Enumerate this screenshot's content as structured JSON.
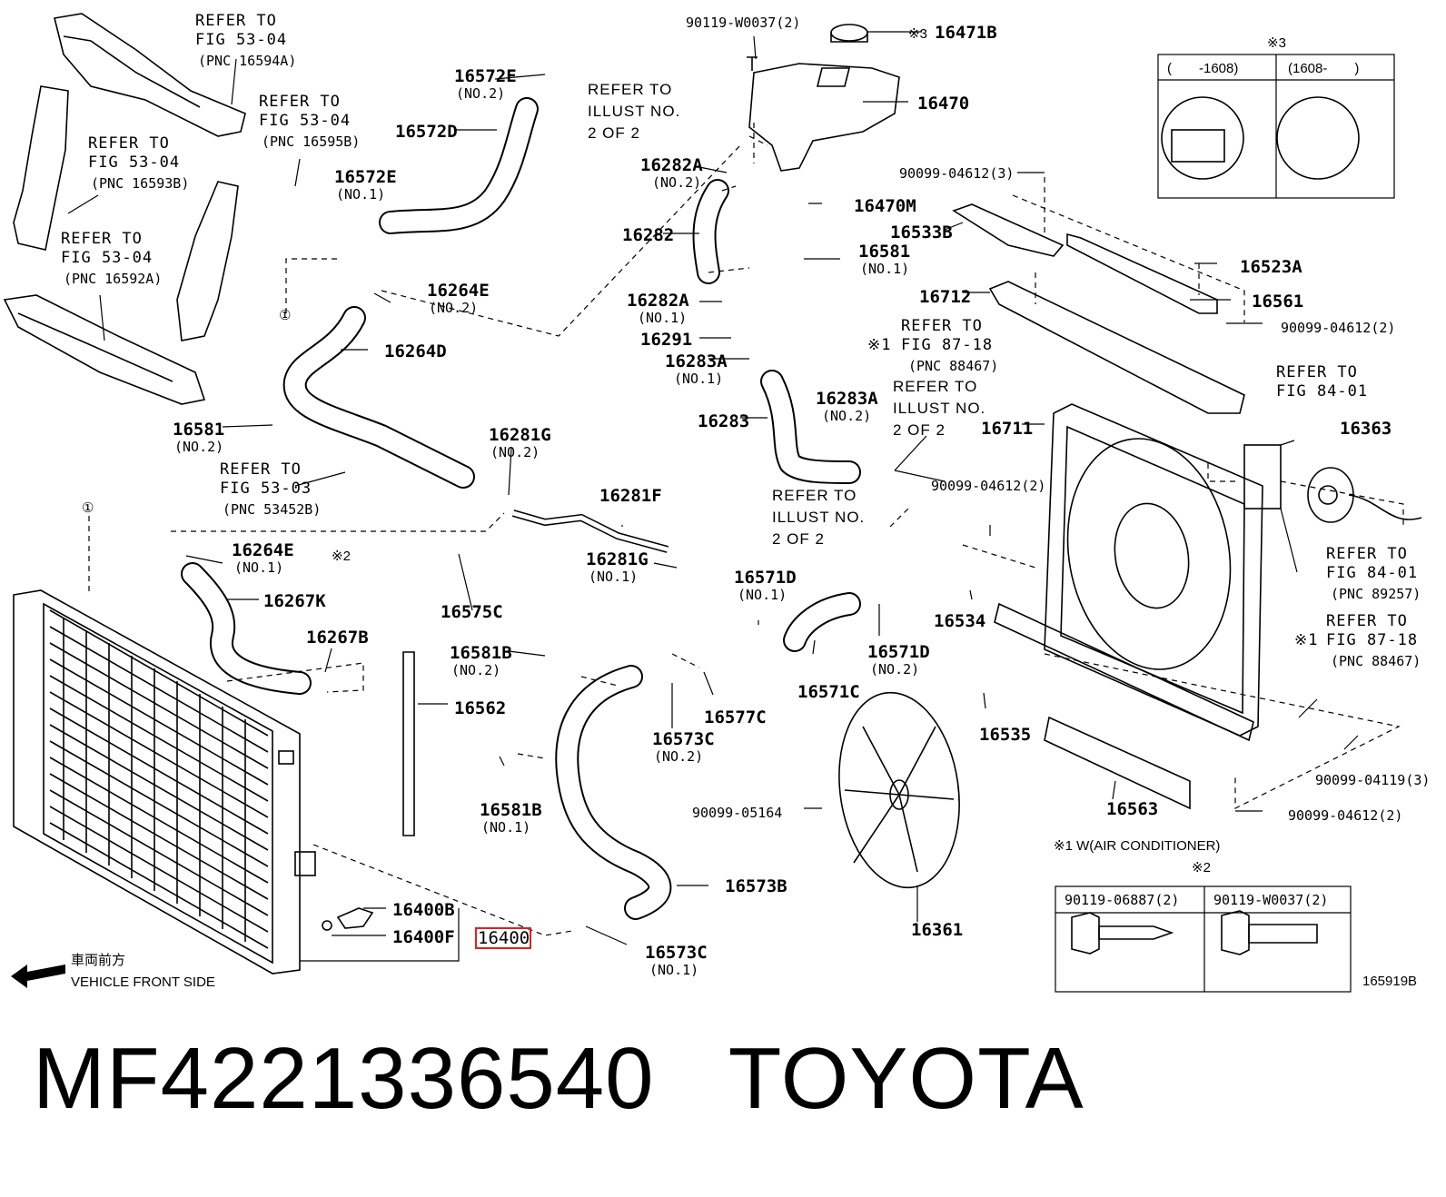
{
  "diagram": {
    "refer_notes": {
      "r1": {
        "line1": "REFER TO",
        "line2": "FIG 53-04",
        "line3": "(PNC 16594A)"
      },
      "r2": {
        "line1": "REFER TO",
        "line2": "FIG 53-04",
        "line3": "(PNC 16595B)"
      },
      "r3": {
        "line1": "REFER TO",
        "line2": "FIG 53-04",
        "line3": "(PNC 16593B)"
      },
      "r4": {
        "line1": "REFER TO",
        "line2": "FIG 53-04",
        "line3": "(PNC 16592A)"
      },
      "r5": {
        "line1": "REFER TO",
        "line2": "FIG 53-03",
        "line3": "(PNC 53452B)"
      },
      "r6": {
        "line1": "REFER TO",
        "line2": "ILLUST NO.",
        "line3": "2 OF 2"
      },
      "r7": {
        "line1": "REFER TO",
        "line2": "ILLUST NO.",
        "line3": "2 OF 2"
      },
      "r8": {
        "line1": "REFER TO",
        "line2": "ILLUST NO.",
        "line3": "2 OF 2"
      },
      "r9": {
        "line1": "REFER TO",
        "line2": "FIG 87-18",
        "line3": "(PNC 88467)",
        "mark": "※1"
      },
      "r10": {
        "line1": "REFER TO",
        "line2": "FIG 84-01"
      },
      "r11": {
        "line1": "REFER TO",
        "line2": "FIG 84-01",
        "line3": "(PNC 89257)"
      },
      "r12": {
        "line1": "REFER TO",
        "line2": "FIG 87-18",
        "line3": "(PNC 88467)",
        "mark": "※1"
      }
    },
    "labels": {
      "p16572E_a": {
        "pn": "16572E",
        "sub": "(NO.2)"
      },
      "p16572D": {
        "pn": "16572D"
      },
      "p16572E_b": {
        "pn": "16572E",
        "sub": "(NO.1)"
      },
      "p16264E_a": {
        "pn": "16264E",
        "sub": "(NO.2)"
      },
      "p16264D": {
        "pn": "16264D"
      },
      "p16581_a": {
        "pn": "16581",
        "sub": "(NO.2)"
      },
      "p16281G_a": {
        "pn": "16281G",
        "sub": "(NO.2)"
      },
      "p16281F": {
        "pn": "16281F"
      },
      "p16264E_b": {
        "pn": "16264E",
        "sub": "(NO.1)"
      },
      "p16267K": {
        "pn": "16267K"
      },
      "p16267B": {
        "pn": "16267B"
      },
      "p16575C": {
        "pn": "16575C"
      },
      "p16281G_b": {
        "pn": "16281G",
        "sub": "(NO.1)"
      },
      "p16581B_a": {
        "pn": "16581B",
        "sub": "(NO.2)"
      },
      "p16562": {
        "pn": "16562"
      },
      "p16581B_b": {
        "pn": "16581B",
        "sub": "(NO.1)"
      },
      "p16573C_a": {
        "pn": "16573C",
        "sub": "(NO.2)"
      },
      "p16577C": {
        "pn": "16577C"
      },
      "p16571D_a": {
        "pn": "16571D",
        "sub": "(NO.1)"
      },
      "p16571C": {
        "pn": "16571C"
      },
      "p16571D_b": {
        "pn": "16571D",
        "sub": "(NO.2)"
      },
      "p16573B": {
        "pn": "16573B"
      },
      "p16573C_b": {
        "pn": "16573C",
        "sub": "(NO.1)"
      },
      "p16400B": {
        "pn": "16400B"
      },
      "p16400F": {
        "pn": "16400F"
      },
      "p16400": {
        "pn": "16400"
      },
      "p90119W0037": {
        "pn": "90119-W0037(2)"
      },
      "p16471B": {
        "pn": "16471B",
        "mark": "※3"
      },
      "p16470": {
        "pn": "16470"
      },
      "p16282A_a": {
        "pn": "16282A",
        "sub": "(NO.2)"
      },
      "p16282": {
        "pn": "16282"
      },
      "p16470M": {
        "pn": "16470M"
      },
      "p16581_b": {
        "pn": "16581",
        "sub": "(NO.1)"
      },
      "p16282A_b": {
        "pn": "16282A",
        "sub": "(NO.1)"
      },
      "p16291": {
        "pn": "16291"
      },
      "p16283A_a": {
        "pn": "16283A",
        "sub": "(NO.1)"
      },
      "p16283": {
        "pn": "16283"
      },
      "p16283A_b": {
        "pn": "16283A",
        "sub": "(NO.2)"
      },
      "p90099_04612_3": {
        "pn": "90099-04612(3)"
      },
      "p16533B": {
        "pn": "16533B"
      },
      "p16523A": {
        "pn": "16523A"
      },
      "p16712": {
        "pn": "16712"
      },
      "p16561": {
        "pn": "16561"
      },
      "p90099_04612_2a": {
        "pn": "90099-04612(2)"
      },
      "p16711": {
        "pn": "16711"
      },
      "p16363": {
        "pn": "16363"
      },
      "p90099_04612_2b": {
        "pn": "90099-04612(2)"
      },
      "p16534": {
        "pn": "16534"
      },
      "p16535": {
        "pn": "16535"
      },
      "p90099_05164": {
        "pn": "90099-05164"
      },
      "p16361": {
        "pn": "16361"
      },
      "p16563": {
        "pn": "16563"
      },
      "p90099_04119": {
        "pn": "90099-04119(3)"
      },
      "p90099_04612_2c": {
        "pn": "90099-04612(2)"
      }
    },
    "circle_ref": "①",
    "note_x1": "※1 W(AIR CONDITIONER)",
    "note_x2_mark": "※2",
    "note_x2_inline": "※2",
    "table_x2": {
      "col1": "90119-06887(2)",
      "col2": "90119-W0037(2)"
    },
    "table_x3": {
      "mark": "※3",
      "col1": "(　　-1608)",
      "col2": "(1608-　　)"
    },
    "front_side": {
      "jp": "車両前方",
      "en": "VEHICLE FRONT SIDE"
    },
    "illustration_code": "165919B"
  },
  "caption": {
    "part_number": "MF4221336540",
    "brand": "TOYOTA"
  },
  "colors": {
    "highlight": "#e02020",
    "ink": "#000000",
    "background": "#ffffff"
  }
}
